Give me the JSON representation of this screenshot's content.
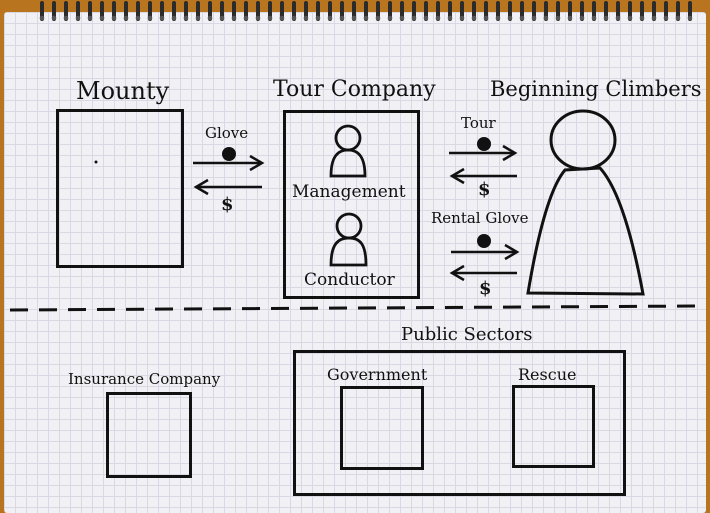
{
  "nodes": {
    "mounty": {
      "title": "Mounty"
    },
    "tour_company": {
      "title": "Tour Company",
      "roles": [
        "Management",
        "Conductor"
      ]
    },
    "beginning_climbers": {
      "title": "Beginning Climbers"
    },
    "insurance_company": {
      "title": "Insurance Company"
    },
    "public_sectors": {
      "title": "Public Sectors",
      "members": [
        "Government",
        "Rescue"
      ]
    }
  },
  "flows": {
    "mounty_tour": {
      "forward": "Glove",
      "back": "$"
    },
    "tour_climbers_1": {
      "forward": "Tour",
      "back": "$"
    },
    "tour_climbers_2": {
      "forward": "Rental Glove",
      "back": "$"
    }
  },
  "icons": [
    "person-icon",
    "climber-icon",
    "spiral-binding-icon"
  ],
  "colors": {
    "ink": "#111111",
    "paper": "#f1f0f4",
    "grid": "#d9d8e3",
    "desk": "#b8741e"
  }
}
